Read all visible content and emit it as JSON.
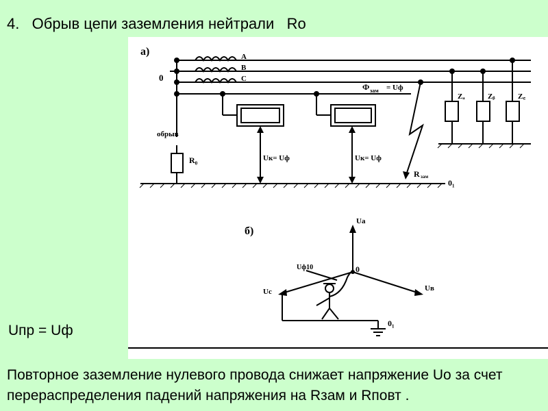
{
  "slide": {
    "title": "4.   Обрыв цепи заземления нейтрали   Ro",
    "formula": "Uпр = Uф",
    "bottom_text": "Повторное заземление нулевого провода снижает напряжение  Uo за счет перераспределения падений напряжения на  Rзам и Rповт ."
  },
  "diagram": {
    "part_a": "а)",
    "part_b": "б)",
    "phase_a": "А",
    "phase_b": "В",
    "phase_c": "С",
    "neutral": "0",
    "break_label": "обрыв",
    "r0": "R₀",
    "ux1": "Uк= Uф",
    "ux2": "Uк= Uф",
    "phi_label": "Ф",
    "phi_sub": "зам",
    "phi_eq": "= Uф",
    "za": "Zₐ",
    "zb": "Zᵦ",
    "zc": "Z꜀",
    "rzam": "R",
    "rzam_sub": "зам",
    "ground": "0₁",
    "ua": "Uа",
    "uc": "Uс",
    "ub": "Uв",
    "uphi0": "Uф10",
    "o_point": "0",
    "ground_b": "0₁"
  }
}
